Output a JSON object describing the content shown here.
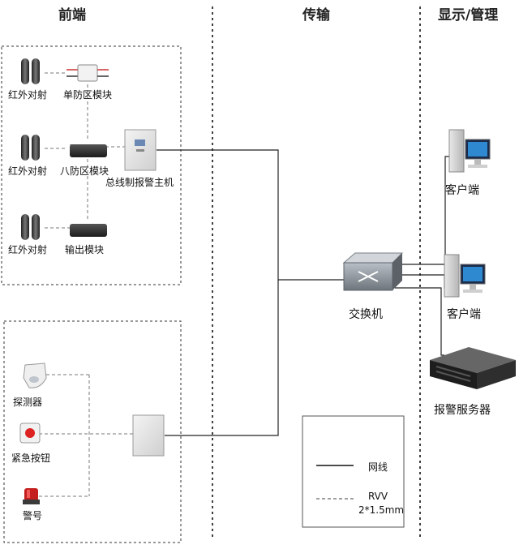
{
  "sections": {
    "front": "前端",
    "transmission": "传输",
    "display": "显示/管理"
  },
  "devices": {
    "ir1": "红外对射",
    "ir2": "红外对射",
    "ir3": "红外对射",
    "single_zone": "单防区模块",
    "eight_zone": "八防区模块",
    "output": "输出模块",
    "bus_host": "总线制报警主机",
    "detector": "探测器",
    "emergency_button": "紧急按钮",
    "siren": "警号",
    "switch": "交换机",
    "client1": "客户端",
    "client2": "客户端",
    "alarm_server": "报警服务器"
  },
  "legend": {
    "network": "网线",
    "rvv": "RVV",
    "rvv_spec": "2*1.5mm"
  }
}
